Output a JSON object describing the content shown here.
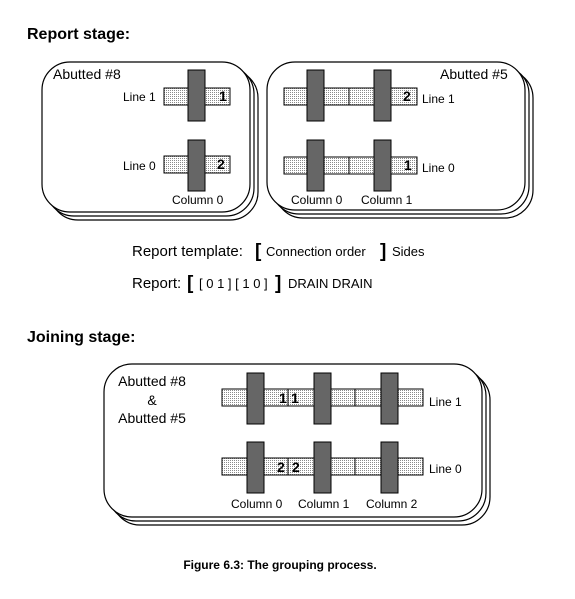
{
  "headings": {
    "report_stage": "Report  stage:",
    "joining_stage": "Joining stage:"
  },
  "report": {
    "left_box": {
      "title": "Abutted #8",
      "line1": "Line 1",
      "line0": "Line 0",
      "column0": "Column 0",
      "num_line1": "1",
      "num_line0": "2"
    },
    "right_box": {
      "title": "Abutted #5",
      "line1": "Line 1",
      "line0": "Line 0",
      "column0": "Column 0",
      "column1": "Column 1",
      "num_line1": "2",
      "num_line0": "1"
    },
    "template": {
      "prefix": "Report template:",
      "open": "[",
      "middle": "Connection order",
      "close": "]",
      "suffix": "Sides"
    },
    "result": {
      "prefix": "Report:",
      "open": "[",
      "middle": "[ 0 1 ] [ 1 0 ]",
      "close": "]",
      "suffix": "DRAIN DRAIN"
    }
  },
  "joining": {
    "title_line1": "Abutted #8",
    "title_line2": "&",
    "title_line3": "Abutted #5",
    "line1": "Line 1",
    "line0": "Line 0",
    "column0": "Column 0",
    "column1": "Column 1",
    "column2": "Column 2",
    "num_line1_a": "1",
    "num_line1_b": "1",
    "num_line0_a": "2",
    "num_line0_b": "2"
  },
  "caption": "Figure 6.3:  The grouping process.",
  "colors": {
    "vertical_bar": "#666666",
    "horizontal_bar_fill": "dotted light gray",
    "outline": "#000000"
  }
}
